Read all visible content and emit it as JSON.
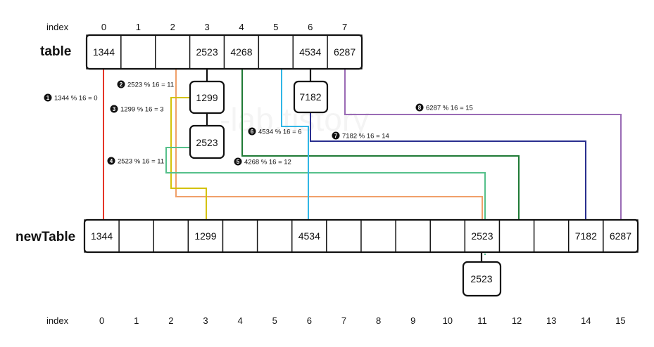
{
  "table": {
    "label": "table",
    "index_label": "index",
    "indices": [
      "0",
      "1",
      "2",
      "3",
      "4",
      "5",
      "6",
      "7"
    ],
    "cells": [
      "1344",
      "",
      "",
      "2523",
      "4268",
      "",
      "4534",
      "6287"
    ]
  },
  "table_chains": [
    {
      "under": "3",
      "nodes": [
        "1299",
        "2523"
      ]
    },
    {
      "under": "6",
      "nodes": [
        "7182"
      ]
    }
  ],
  "new_table": {
    "label": "newTable",
    "index_label": "index",
    "indices": [
      "0",
      "1",
      "2",
      "3",
      "4",
      "5",
      "6",
      "7",
      "8",
      "9",
      "10",
      "11",
      "12",
      "13",
      "14",
      "15"
    ],
    "cells": [
      "1344",
      "",
      "",
      "1299",
      "",
      "",
      "4534",
      "",
      "",
      "",
      "",
      "2523",
      "",
      "",
      "7182",
      "6287"
    ]
  },
  "new_table_chains": [
    {
      "under": "11",
      "nodes": [
        "2523"
      ]
    }
  ],
  "watermark": "-lab.tistory",
  "steps": [
    {
      "num": "1",
      "text": "1344 % 16 = 0",
      "color": "#e53527"
    },
    {
      "num": "2",
      "text": "2523 % 16 = 11",
      "color": "#f0a06a"
    },
    {
      "num": "3",
      "text": "1299 % 16 = 3",
      "color": "#d4c20b"
    },
    {
      "num": "4",
      "text": "2523 % 16 = 11",
      "color": "#55c08a"
    },
    {
      "num": "5",
      "text": "4268 % 16 = 12",
      "color": "#1f7a35"
    },
    {
      "num": "6",
      "text": "4534 % 16 = 6",
      "color": "#30b6e6"
    },
    {
      "num": "7",
      "text": "7182 % 16 = 14",
      "color": "#2a2f8f"
    },
    {
      "num": "8",
      "text": "6287 % 16 = 15",
      "color": "#9a6bb5"
    }
  ]
}
